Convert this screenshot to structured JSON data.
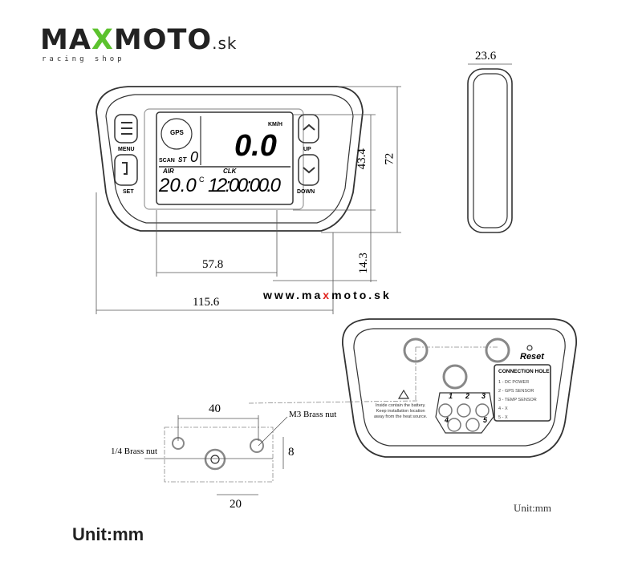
{
  "logo": {
    "brand_a": "MA",
    "brand_x": "X",
    "brand_b": "MOTO",
    "tld": ".sk",
    "tagline": "racing shop",
    "accent": "#5cc22e"
  },
  "website": {
    "prefix": "www.ma",
    "x": "x",
    "suffix": "moto.sk"
  },
  "front": {
    "buttons": {
      "menu": "MENU",
      "set": "SET",
      "up": "UP",
      "down": "DOWN"
    },
    "lcd": {
      "scan": "SCAN",
      "st": "ST",
      "st_value": "0",
      "speed": "0.0",
      "speed_unit": "KM/H",
      "air_label": "AIR",
      "air_value": "20.0",
      "air_unit": "C",
      "clk_label": "CLK",
      "clk_value": "12:00:00.0",
      "gps": "GPS"
    }
  },
  "dimensions": {
    "width_total": "115.6",
    "screen_width": "57.8",
    "height_total": "72",
    "screen_height": "43.4",
    "bottom_offset": "14.3",
    "depth": "23.6",
    "nut_spacing": "40",
    "nut_offset": "20",
    "nut_vertical": "8"
  },
  "mount": {
    "quarter_nut": "1/4 Brass nut",
    "m3_nut": "M3 Brass nut"
  },
  "back": {
    "reset": "Reset",
    "connection_title": "CONNECTION HOLE",
    "connections": [
      "1 - DC POWER",
      "2 - GPS SENSOR",
      "3 - TEMP SENSOR",
      "4 - X",
      "5 - X"
    ],
    "hole_numbers": [
      "1",
      "2",
      "3",
      "4",
      "5"
    ],
    "warning": [
      "Inside contain the battery.",
      "Keep installation location",
      "away from the heat source."
    ]
  },
  "unit_small": "Unit:mm",
  "unit_large": "Unit:mm"
}
